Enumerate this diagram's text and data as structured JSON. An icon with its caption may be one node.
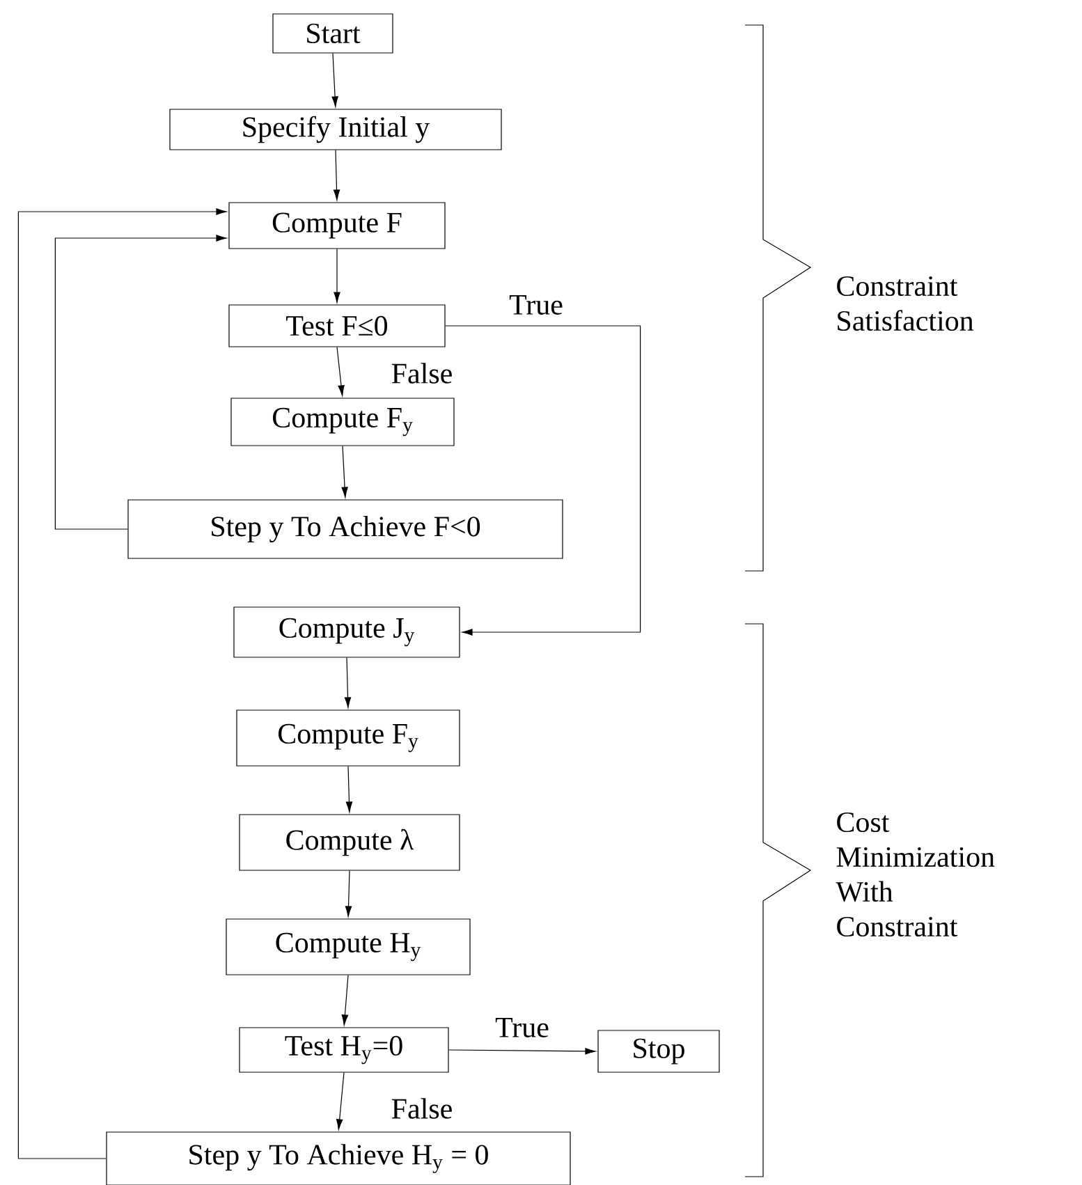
{
  "diagram": {
    "nodes": [
      {
        "text": [
          "Start"
        ]
      },
      {
        "text": [
          "Specify Initial y"
        ]
      },
      {
        "text": [
          "Compute F"
        ]
      },
      {
        "text": [
          "Test F≤0"
        ]
      },
      {
        "text": [
          "Compute F$_{y}$"
        ]
      },
      {
        "text": [
          "Step y To Achieve F<0"
        ]
      },
      {
        "text": [
          "Compute J$_{y}$"
        ]
      },
      {
        "text": [
          "Compute F$_{y}$"
        ]
      },
      {
        "text": [
          "Compute λ"
        ]
      },
      {
        "text": [
          "Compute H$_{y}$"
        ]
      },
      {
        "text": [
          "Test H$_{y}$=0"
        ]
      },
      {
        "text": [
          "Stop"
        ]
      },
      {
        "text": [
          "Step y To Achieve H$_{y}$ = 0"
        ]
      }
    ],
    "edges": [
      {
        "from": 0,
        "to": 1,
        "arrow": "to"
      },
      {
        "from": 1,
        "to": 2,
        "arrow": "to"
      },
      {
        "from": 2,
        "to": 3,
        "arrow": "to"
      },
      {
        "from": 3,
        "to": 4,
        "arrow": "to",
        "label": "False"
      },
      {
        "from": 4,
        "to": 5,
        "arrow": "to"
      },
      {
        "from": 5,
        "to": 2,
        "arrow": "to"
      },
      {
        "from": 3,
        "to": 6,
        "arrow": "to",
        "label": "True"
      },
      {
        "from": 6,
        "to": 7,
        "arrow": "to"
      },
      {
        "from": 7,
        "to": 8,
        "arrow": "to"
      },
      {
        "from": 8,
        "to": 9,
        "arrow": "to"
      },
      {
        "from": 9,
        "to": 10,
        "arrow": "to"
      },
      {
        "from": 10,
        "to": 11,
        "arrow": "to",
        "label": "True"
      },
      {
        "from": 10,
        "to": 12,
        "arrow": "to",
        "label": "False"
      },
      {
        "from": 12,
        "to": 2,
        "arrow": "to"
      }
    ],
    "labels": [
      "Constraint Satisfaction",
      "Cost Minimization With Constraint"
    ]
  }
}
